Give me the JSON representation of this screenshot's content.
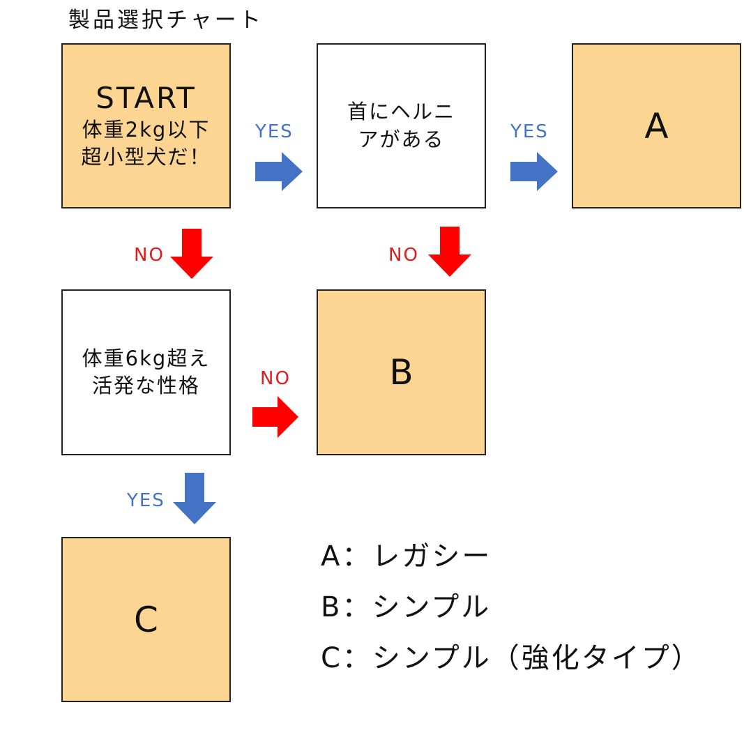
{
  "title": "製品選択チャート",
  "colors": {
    "result_box": "#fcd592",
    "question_box": "#ffffff",
    "yes_arrow": "#4472c4",
    "no_arrow": "#ff0000"
  },
  "start": {
    "label": "START",
    "line1": "体重2kg以下",
    "line2": "超小型犬だ！"
  },
  "question_hernia": {
    "line1": "首にヘルニ",
    "line2": "アがある"
  },
  "question_weight": {
    "line1": "体重6kg超え",
    "line2": "活発な性格"
  },
  "results": {
    "a": "A",
    "b": "B",
    "c": "C"
  },
  "arrows": {
    "start_to_hernia": "YES",
    "hernia_to_a": "YES",
    "start_to_weight": "NO",
    "hernia_to_b": "NO",
    "weight_to_b": "NO",
    "weight_to_c": "YES"
  },
  "legend": [
    "A：レガシー",
    "B：シンプル",
    "C：シンプル（強化タイプ）"
  ]
}
